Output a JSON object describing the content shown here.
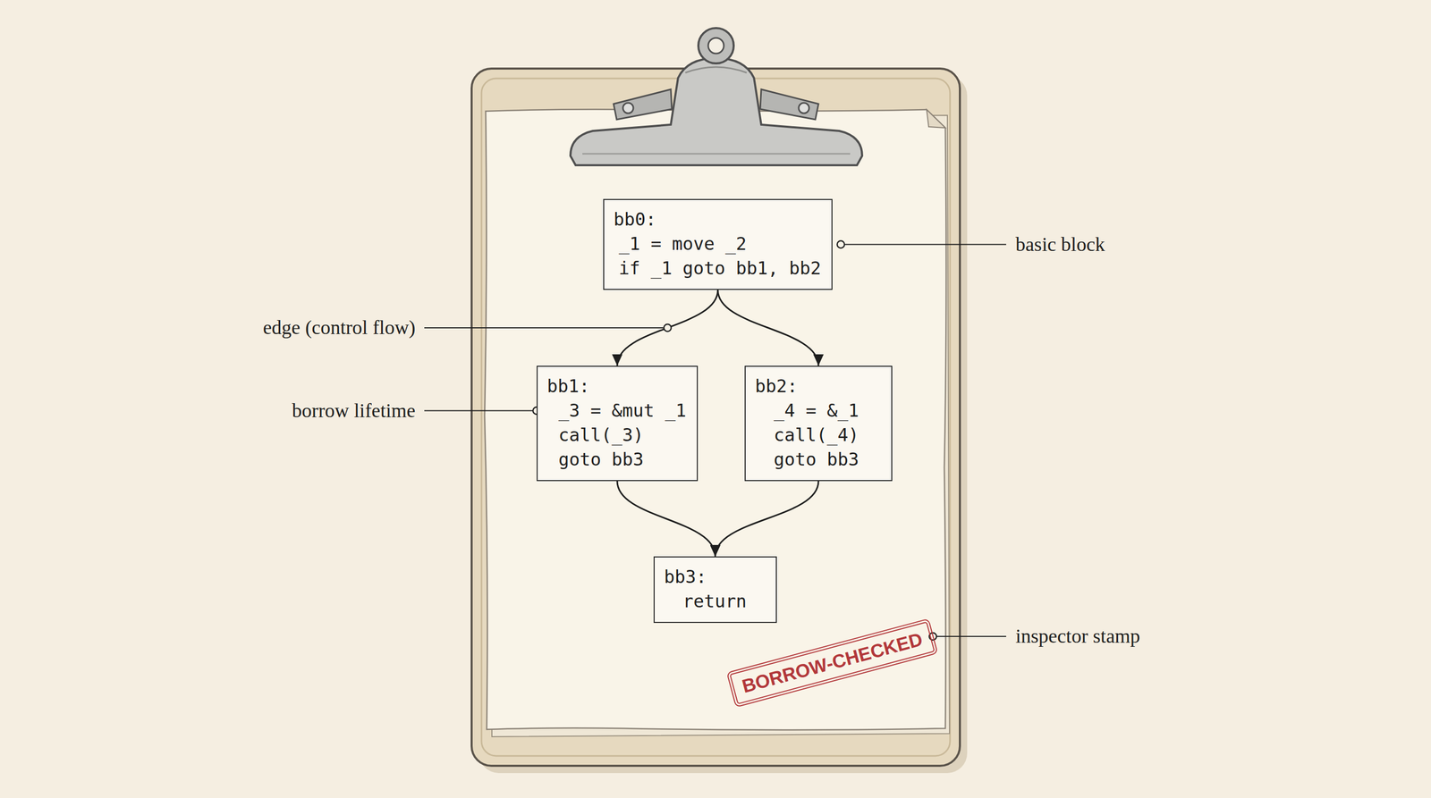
{
  "diagram": {
    "nodes": [
      {
        "text": [
          "bb0:",
          "_1 = move _2",
          "if _1 goto bb1, bb2"
        ]
      },
      {
        "text": [
          "bb1:",
          "_3 = &mut _1",
          "call(_3)",
          "goto bb3"
        ]
      },
      {
        "text": [
          "bb2:",
          "_4 = &_1",
          "call(_4)",
          "goto bb3"
        ]
      },
      {
        "text": [
          "bb3:",
          "return"
        ]
      },
      {
        "text": [
          "BORROW-CHECKED"
        ]
      }
    ],
    "edges": [
      {
        "from": 0,
        "to": 1,
        "arrow": "to"
      },
      {
        "from": 0,
        "to": 2,
        "arrow": "to"
      },
      {
        "from": 1,
        "to": 3,
        "arrow": "to"
      },
      {
        "from": 2,
        "to": 3,
        "arrow": "to"
      }
    ],
    "labels": [
      "basic block",
      "edge (control flow)",
      "borrow lifetime",
      "inspector stamp"
    ]
  }
}
